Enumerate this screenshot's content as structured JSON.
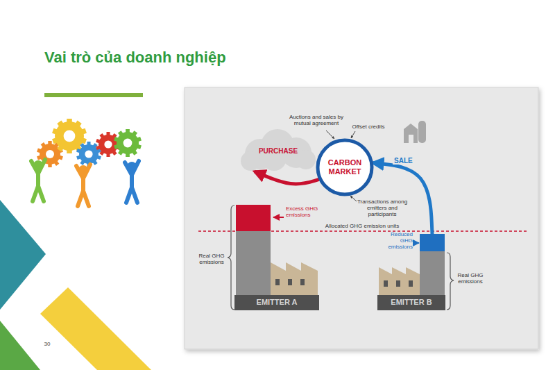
{
  "diagram": {
    "title": "Vai trò của doanh nghiệp",
    "nodes": [
      {
        "text": [
          "PURCHASE"
        ]
      },
      {
        "text": [
          "CARBON MARKET"
        ]
      },
      {
        "text": [
          "Excess GHG emissions"
        ]
      },
      {
        "text": [
          "Reduced GHG emissions"
        ]
      },
      {
        "text": [
          "EMITTER A"
        ]
      },
      {
        "text": [
          "EMITTER B"
        ]
      }
    ],
    "edges": [
      {
        "from": 1,
        "to": 0,
        "arrow": "to"
      },
      {
        "from": 3,
        "to": 1,
        "arrow": "to",
        "label": "SALE"
      }
    ],
    "labels": [
      "Auctions and sales by mutual agreement",
      "Offset credits",
      "Transactions among emitters and participants",
      "Allocated GHG emission units",
      "Real GHG emissions",
      "Real GHG emissions",
      "30"
    ]
  }
}
